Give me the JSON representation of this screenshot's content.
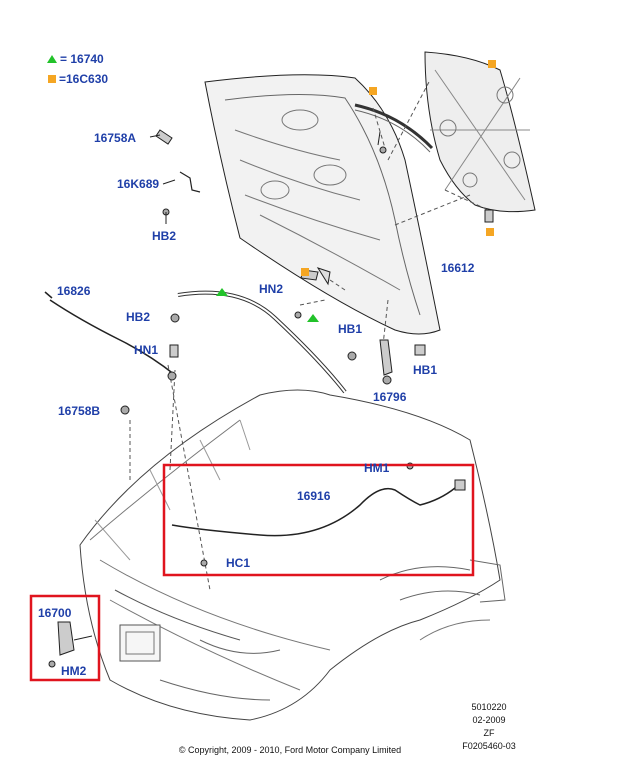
{
  "legend": [
    {
      "marker": "green-triangle",
      "color": "#22c22a",
      "text": "= 16740"
    },
    {
      "marker": "orange-square",
      "color": "#f5a623",
      "text": "=16C630"
    }
  ],
  "labels": {
    "p16758A": "16758A",
    "p16K689": "16K689",
    "HB2_top": "HB2",
    "p16826": "16826",
    "HN2": "HN2",
    "p16612": "16612",
    "HB2_mid": "HB2",
    "HN1": "HN1",
    "HB1_left": "HB1",
    "HB1_right": "HB1",
    "p16796": "16796",
    "p16758B": "16758B",
    "HM1": "HM1",
    "p16916": "16916",
    "HC1": "HC1",
    "p16700": "16700",
    "HM2": "HM2"
  },
  "meta": [
    "5010220",
    "02-2009",
    "ZF",
    "F0205460-03"
  ],
  "copyright": "© Copyright, 2009 - 2010, Ford Motor Company Limited",
  "colors": {
    "label": "#1f3fa8",
    "highlight": "#e0141e",
    "line": "#222222"
  }
}
